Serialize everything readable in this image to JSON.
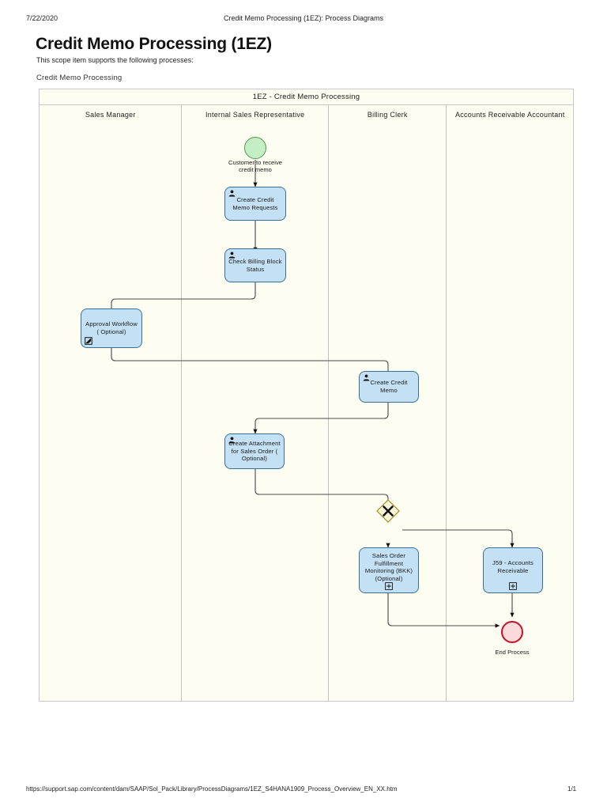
{
  "print_header": {
    "date": "7/22/2020",
    "title": "Credit Memo Processing (1EZ): Process Diagrams"
  },
  "page": {
    "title": "Credit Memo Processing (1EZ)",
    "intro": "This scope item supports the following processes:",
    "process_name": "Credit Memo Processing"
  },
  "pool": {
    "title": "1EZ - Credit Memo Processing",
    "lanes": [
      {
        "label": "Sales Manager"
      },
      {
        "label": "Internal Sales Representative"
      },
      {
        "label": "Billing Clerk"
      },
      {
        "label": "Accounts Receivable Accountant"
      }
    ]
  },
  "diagram": {
    "start_event": {
      "name": "start-event",
      "label": "Customer to receive credit memo",
      "fill": "#c4eec4",
      "stroke": "#4e9b4e"
    },
    "end_event": {
      "name": "end-event",
      "label": "End Process",
      "fill": "#fbdada",
      "stroke": "#c0132a"
    },
    "gateway": {
      "name": "exclusive-gateway",
      "symbol": "X",
      "fill": "#fbf6d5",
      "stroke": "#9e8b2c"
    },
    "task_fill": "#c3e0f5",
    "task_stroke": "#3a6e94",
    "tasks": [
      {
        "id": "create-credit-memo-requests",
        "label": "Create Credit Memo Requests",
        "lane": "Internal Sales Representative",
        "marker": "user-task-icon"
      },
      {
        "id": "check-billing-block-status",
        "label": "Check Billing Block Status",
        "lane": "Internal Sales Representative",
        "marker": "user-task-icon"
      },
      {
        "id": "approval-workflow",
        "label": "Approval Workflow ( Optional)",
        "lane": "Sales Manager",
        "marker": "manual-task-icon"
      },
      {
        "id": "create-credit-memo",
        "label": "Create Credit Memo",
        "lane": "Billing Clerk",
        "marker": "user-task-icon"
      },
      {
        "id": "create-attachment-for-sales-order",
        "label": "Create Attachment for Sales Order ( Optional)",
        "lane": "Internal Sales Representative",
        "marker": "user-task-icon"
      },
      {
        "id": "sales-order-fulfillment-monitoring",
        "label": "Sales Order Fulfillment Monitoring (BKK) (Optional)",
        "lane": "Billing Clerk",
        "marker": "collapsed-subprocess-icon"
      },
      {
        "id": "j59-accounts-receivable",
        "label": "J59 - Accounts Receivable",
        "lane": "Accounts Receivable Accountant",
        "marker": "collapsed-subprocess-icon"
      }
    ]
  },
  "footer": {
    "url": "https://support.sap.com/content/dam/SAAP/Sol_Pack/Library/ProcessDiagrams/1EZ_S4HANA1909_Process_Overview_EN_XX.htm",
    "page_number": "1/1"
  }
}
